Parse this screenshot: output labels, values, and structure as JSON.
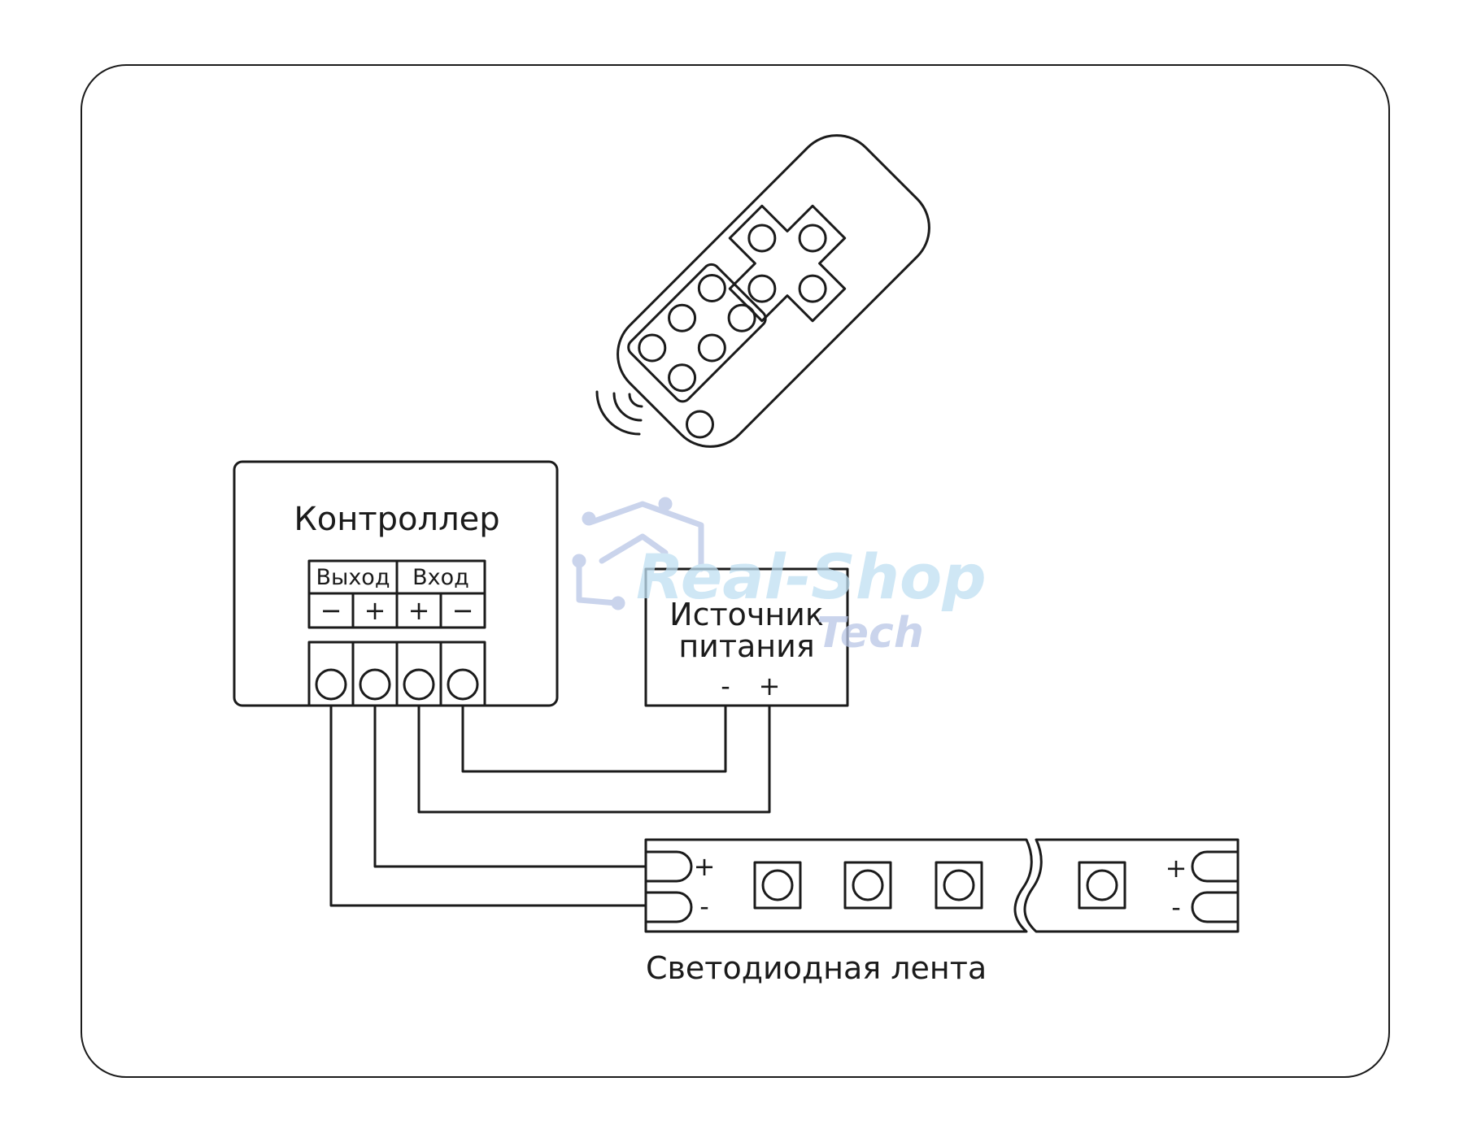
{
  "controller": {
    "title": "Контроллер",
    "output_label": "Выход",
    "input_label": "Вход",
    "terminal_signs": [
      "−",
      "+",
      "+",
      "−"
    ]
  },
  "power_supply": {
    "title_line1": "Источник",
    "title_line2": "питания",
    "minus": "-",
    "plus": "+"
  },
  "led_strip": {
    "label": "Светодиодная лента",
    "left_plus": "+",
    "left_minus": "-",
    "right_plus": "+",
    "right_minus": "-"
  },
  "watermark": {
    "line1": "Real-Shop",
    "line2": "Tech"
  },
  "colors": {
    "stroke": "#1b1b1b",
    "background": "#ffffff",
    "watermark_light": "#bfe0f2",
    "watermark_dark": "#b9c6e6"
  }
}
